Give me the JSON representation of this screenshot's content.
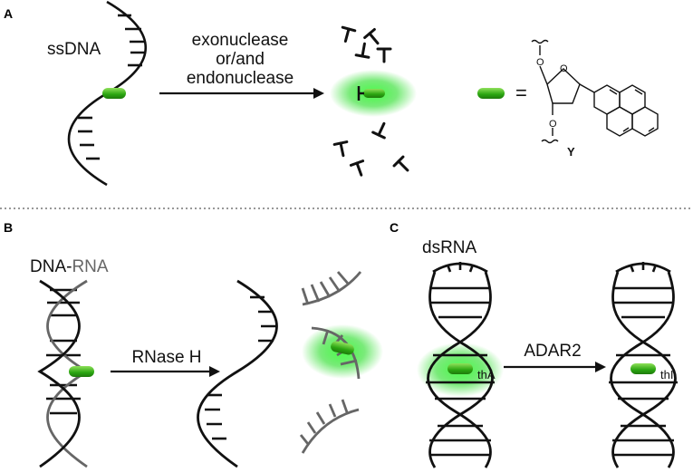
{
  "colors": {
    "strand": "#111111",
    "rna_strand": "#666666",
    "probe_green": "#3cc81e",
    "glow": "#22dd22",
    "separator": "#777777"
  },
  "panel_a": {
    "label": "A",
    "strand_label": "ssDNA",
    "arrow_text": [
      "exonuclease",
      "or/and",
      "endonuclease"
    ],
    "equals": "=",
    "molecule_label": "Y"
  },
  "panel_b": {
    "label": "B",
    "strand_label_dna": "DNA-",
    "strand_label_rna": "RNA",
    "enzyme": "RNase H"
  },
  "panel_c": {
    "label": "C",
    "strand_label": "dsRNA",
    "enzyme": "ADAR2",
    "before_label": "thA",
    "after_label": "thI"
  }
}
